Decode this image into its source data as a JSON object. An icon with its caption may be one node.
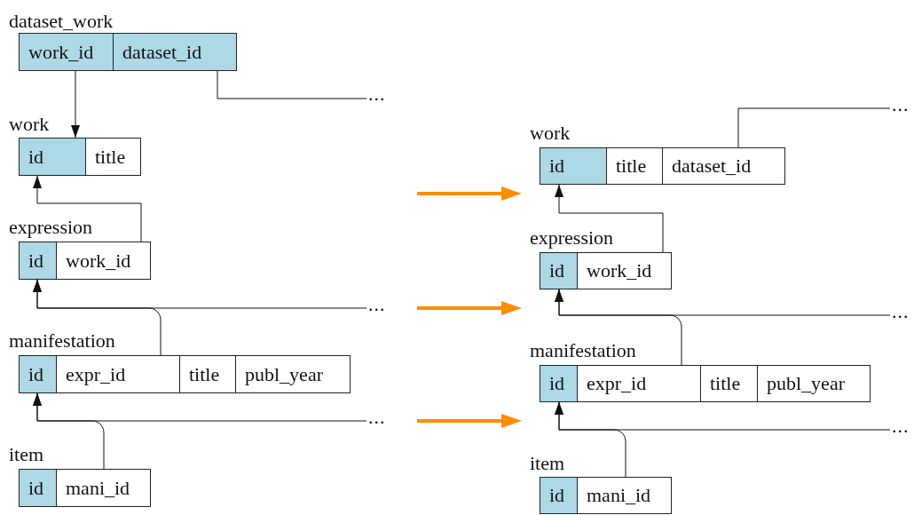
{
  "diagram": {
    "nodes": [
      {
        "text": [
          "dataset_work"
        ]
      },
      {
        "text": [
          "work_id"
        ],
        "in": 0
      },
      {
        "text": [
          "dataset_id"
        ],
        "in": 0
      },
      {
        "text": [
          "..."
        ]
      },
      {
        "text": [
          "work"
        ]
      },
      {
        "text": [
          "id"
        ],
        "in": 4
      },
      {
        "text": [
          "title"
        ],
        "in": 4
      },
      {
        "text": [
          "expression"
        ]
      },
      {
        "text": [
          "id"
        ],
        "in": 7
      },
      {
        "text": [
          "work_id"
        ],
        "in": 7
      },
      {
        "text": [
          "..."
        ]
      },
      {
        "text": [
          "manifestation"
        ]
      },
      {
        "text": [
          "id"
        ],
        "in": 11
      },
      {
        "text": [
          "expr_id"
        ],
        "in": 11
      },
      {
        "text": [
          "title"
        ],
        "in": 11
      },
      {
        "text": [
          "publ_year"
        ],
        "in": 11
      },
      {
        "text": [
          "..."
        ]
      },
      {
        "text": [
          "item"
        ]
      },
      {
        "text": [
          "id"
        ],
        "in": 17
      },
      {
        "text": [
          "mani_id"
        ],
        "in": 17
      },
      {
        "text": [
          "work"
        ]
      },
      {
        "text": [
          "id"
        ],
        "in": 20
      },
      {
        "text": [
          "title"
        ],
        "in": 20
      },
      {
        "text": [
          "dataset_id"
        ],
        "in": 20
      },
      {
        "text": [
          "..."
        ]
      },
      {
        "text": [
          "expression"
        ]
      },
      {
        "text": [
          "id"
        ],
        "in": 25
      },
      {
        "text": [
          "work_id"
        ],
        "in": 25
      },
      {
        "text": [
          "..."
        ]
      },
      {
        "text": [
          "manifestation"
        ]
      },
      {
        "text": [
          "id"
        ],
        "in": 29
      },
      {
        "text": [
          "expr_id"
        ],
        "in": 29
      },
      {
        "text": [
          "title"
        ],
        "in": 29
      },
      {
        "text": [
          "publ_year"
        ],
        "in": 29
      },
      {
        "text": [
          "..."
        ]
      },
      {
        "text": [
          "item"
        ]
      },
      {
        "text": [
          "id"
        ],
        "in": 35
      },
      {
        "text": [
          "mani_id"
        ],
        "in": 35
      }
    ],
    "edges": [
      {
        "from": 1,
        "to": 5,
        "arrow": "to"
      },
      {
        "from": 2,
        "to": 3,
        "arrow": "none"
      },
      {
        "from": 9,
        "to": 5,
        "arrow": "to"
      },
      {
        "from": 10,
        "to": 8,
        "arrow": "to"
      },
      {
        "from": 13,
        "to": 8,
        "arrow": "to"
      },
      {
        "from": 16,
        "to": 12,
        "arrow": "to"
      },
      {
        "from": 19,
        "to": 12,
        "arrow": "to"
      },
      {
        "from": 23,
        "to": 24,
        "arrow": "none"
      },
      {
        "from": 27,
        "to": 21,
        "arrow": "to"
      },
      {
        "from": 28,
        "to": 26,
        "arrow": "to"
      },
      {
        "from": 31,
        "to": 26,
        "arrow": "to"
      },
      {
        "from": 34,
        "to": 30,
        "arrow": "to"
      },
      {
        "from": 37,
        "to": 30,
        "arrow": "to"
      }
    ]
  }
}
